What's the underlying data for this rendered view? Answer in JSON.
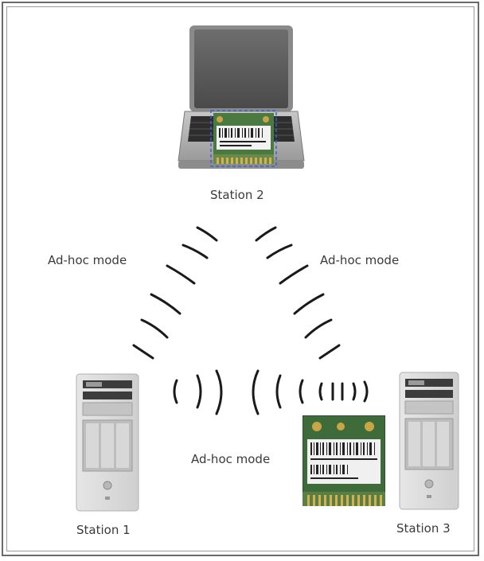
{
  "stations": {
    "top": "Station 2",
    "left": "Station 1",
    "right": "Station 3"
  },
  "links": {
    "left": "Ad-hoc mode",
    "right": "Ad-hoc mode",
    "bottom": "Ad-hoc mode"
  },
  "colors": {
    "border": "#6a6a6a",
    "text": "#3a3a3a",
    "wave": "#1a1a1a",
    "pcb": "#3d6b3a",
    "tower": "#d9d9d9"
  },
  "icons": {
    "laptop": "laptop-icon",
    "tower": "desktop-tower-icon",
    "wifi_card": "wifi-card-icon",
    "waves": "radio-wave-icon"
  }
}
